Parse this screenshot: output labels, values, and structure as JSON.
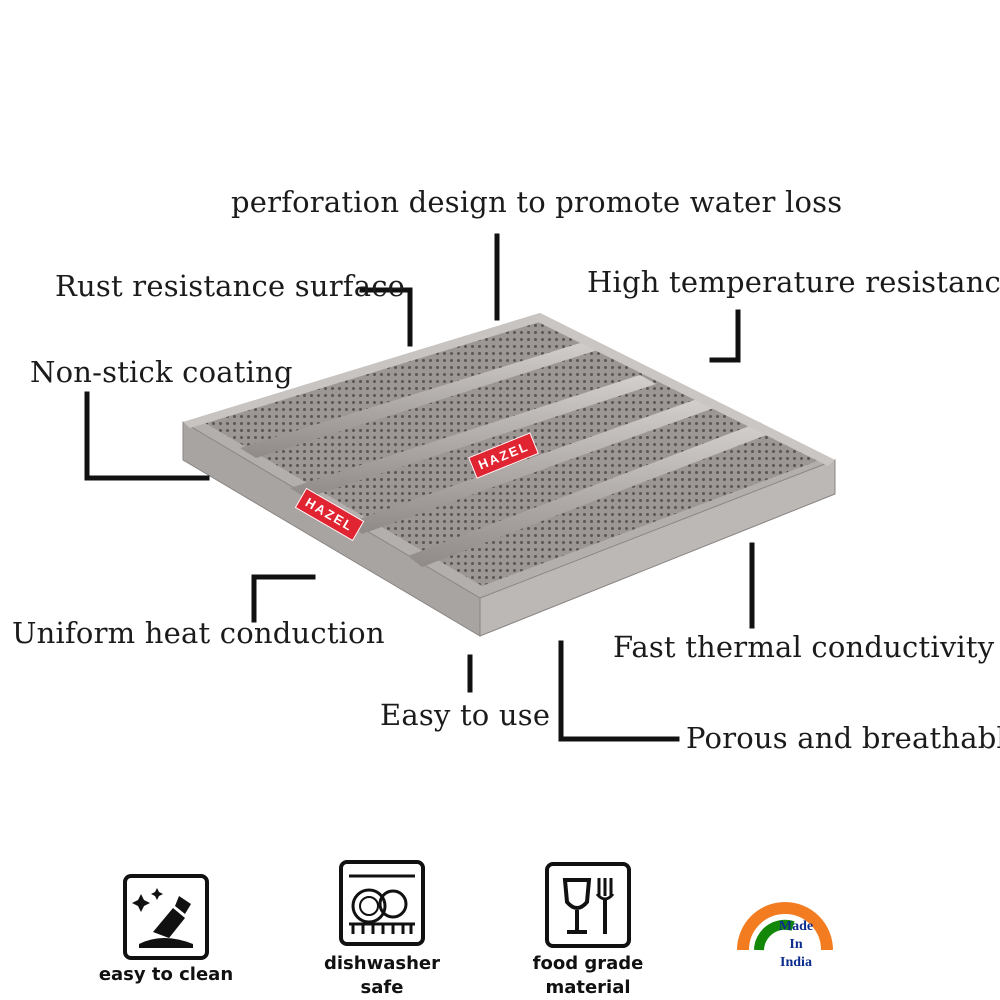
{
  "product": {
    "brand": "HAZEL"
  },
  "callouts": {
    "perforation": "perforation design to promote water loss",
    "rust": "Rust resistance surface",
    "high_temp": "High temperature resistance",
    "non_stick": "Non-stick coating",
    "uniform_heat": "Uniform heat conduction",
    "fast_thermal": "Fast thermal conductivity",
    "easy_use": "Easy to use",
    "porous": "Porous and breathable"
  },
  "features": [
    {
      "icon": "easy-to-clean-icon",
      "line1": "easy to clean",
      "line2": ""
    },
    {
      "icon": "dishwasher-safe-icon",
      "line1": "dishwasher",
      "line2": "safe"
    },
    {
      "icon": "food-grade-icon",
      "line1": "food grade",
      "line2": "material"
    },
    {
      "icon": "made-in-india-icon",
      "line1": "Made",
      "line2": "In",
      "line3": "India"
    }
  ],
  "colors": {
    "badge": "#e02432",
    "tray": "#a9a5a2",
    "saffron": "#f47c20",
    "green": "#138808",
    "navy": "#0b2c8c"
  }
}
